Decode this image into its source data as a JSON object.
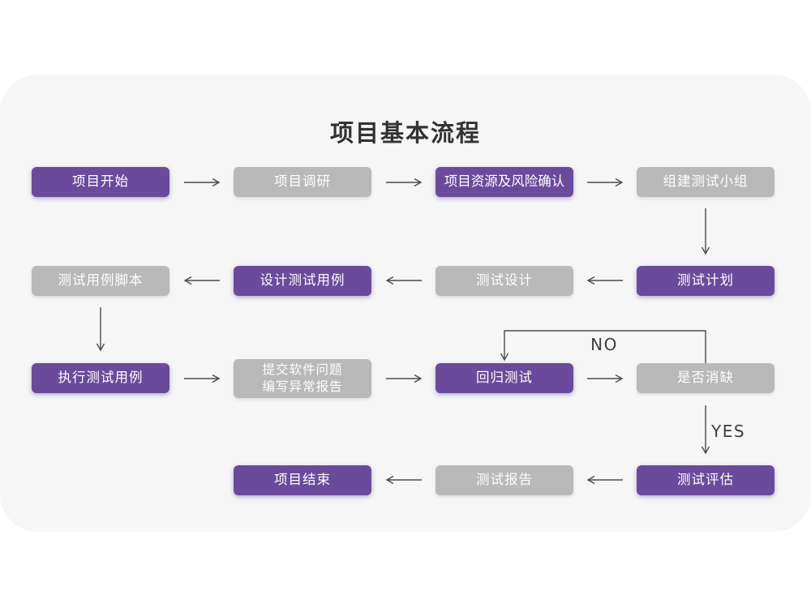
{
  "title": "项目基本流程",
  "colors": {
    "primary": "#6a4b9b",
    "secondary": "#b9b9b9",
    "arrow": "#4b4b4b",
    "card_bg": "#f6f6f7",
    "page_bg": "#ffffff"
  },
  "edge_labels": {
    "no": "NO",
    "yes": "YES"
  },
  "nodes": [
    {
      "id": "project-start",
      "label": "项目开始",
      "type": "primary"
    },
    {
      "id": "project-research",
      "label": "项目调研",
      "type": "secondary"
    },
    {
      "id": "project-resources-risk",
      "label": "项目资源及风险确认",
      "type": "primary"
    },
    {
      "id": "build-test-team",
      "label": "组建测试小组",
      "type": "secondary"
    },
    {
      "id": "test-case-script",
      "label": "测试用例脚本",
      "type": "secondary"
    },
    {
      "id": "design-test-case",
      "label": "设计测试用例",
      "type": "primary"
    },
    {
      "id": "test-design",
      "label": "测试设计",
      "type": "secondary"
    },
    {
      "id": "test-plan",
      "label": "测试计划",
      "type": "primary"
    },
    {
      "id": "execute-test-case",
      "label": "执行测试用例",
      "type": "primary"
    },
    {
      "id": "submit-issue-report",
      "label": "提交软件问题\n编写异常报告",
      "type": "secondary"
    },
    {
      "id": "regression-test",
      "label": "回归测试",
      "type": "primary"
    },
    {
      "id": "defect-cleared",
      "label": "是否消缺",
      "type": "secondary"
    },
    {
      "id": "project-end",
      "label": "项目结束",
      "type": "primary"
    },
    {
      "id": "test-report",
      "label": "测试报告",
      "type": "secondary"
    },
    {
      "id": "test-evaluation",
      "label": "测试评估",
      "type": "primary"
    }
  ]
}
